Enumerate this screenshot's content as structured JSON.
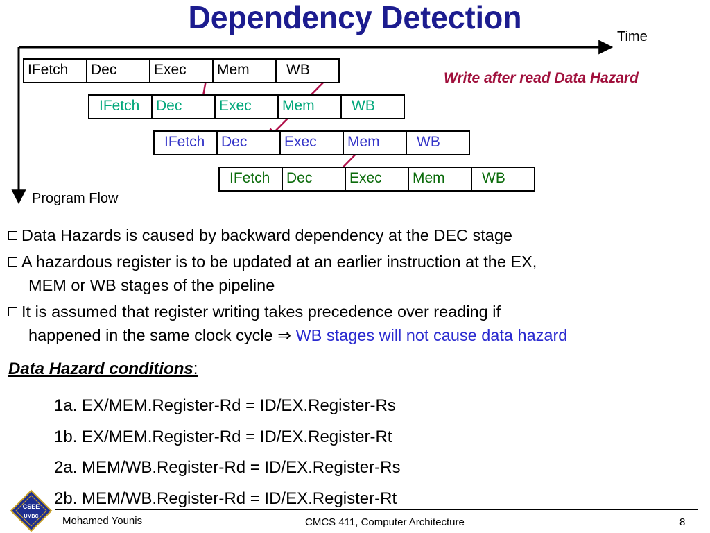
{
  "slide": {
    "title": "Dependency Detection",
    "time_label": "Time",
    "flow_label": "Program Flow",
    "hazard_label": "Write after read Data Hazard"
  },
  "pipeline": {
    "rows": [
      {
        "stages": [
          "IFetch",
          "Dec",
          "Exec",
          "Mem",
          "WB"
        ],
        "color": "#000000"
      },
      {
        "stages": [
          "IFetch",
          "Dec",
          "Exec",
          "Mem",
          "WB"
        ],
        "color": "#00a77a"
      },
      {
        "stages": [
          "IFetch",
          "Dec",
          "Exec",
          "Mem",
          "WB"
        ],
        "color": "#3535c8"
      },
      {
        "stages": [
          "IFetch",
          "Dec",
          "Exec",
          "Mem",
          "WB"
        ],
        "color": "#0b6b0b"
      }
    ],
    "arrow_color": "#b0104a"
  },
  "bullets": [
    {
      "text": "Data Hazards is caused by backward dependency at the DEC stage"
    },
    {
      "line1": "A hazardous register is to be updated at an earlier instruction at the EX,",
      "line2": "MEM or WB stages of the pipeline"
    },
    {
      "line1": "It is assumed that register writing takes precedence over reading if",
      "line2a": "happened in the same clock cycle",
      "arrow": "⇒",
      "line2b": "WB stages will not cause data hazard"
    }
  ],
  "conditions": {
    "heading": "Data Hazard conditions",
    "colon": ":",
    "items": [
      "1a. EX/MEM.Register-Rd = ID/EX.Register-Rs",
      "1b. EX/MEM.Register-Rd = ID/EX.Register-Rt",
      "2a. MEM/WB.Register-Rd = ID/EX.Register-Rs",
      "2b. MEM/WB.Register-Rd = ID/EX.Register-Rt"
    ]
  },
  "footer": {
    "author": "Mohamed Younis",
    "course": "CMCS 411, Computer Architecture",
    "page": "8"
  },
  "logo": {
    "icon": "cse-umbc-logo-icon",
    "text_top": "CSEE",
    "text_bottom": "UMBC"
  }
}
